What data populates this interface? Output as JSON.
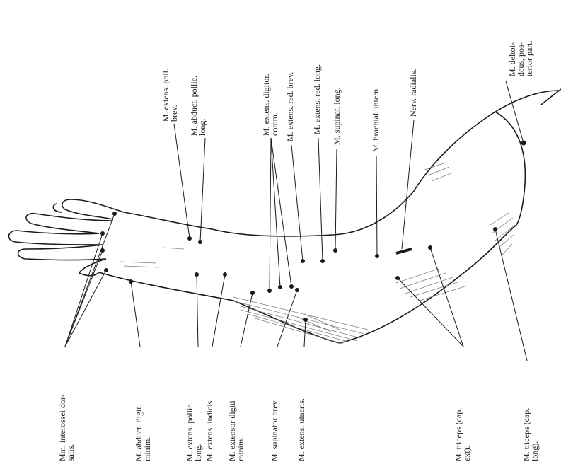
{
  "labels": {
    "ext_poll_brev": "M. extens. poll.\nbrev.",
    "abd_poll_long": "M. abduct. pollic.\nlong.",
    "ext_digitor": "M. extens. digitor.\ncomm.",
    "ext_rad_brev": "M. extens. rad. brev.",
    "ext_rad_long": "M. extens. rad. long.",
    "supinat_long": "M. supinat. long.",
    "brachial_intern": "M. brachial. intern.",
    "nerv_radialis": "Nerv. radialis.",
    "deltoideus": "M. deltoi-\ndeus, pos-\nterior part.",
    "interossei": "Mm. interossei dor-\nsalis.",
    "abd_digiti": "M. abduct. digit.\nminim.",
    "ext_poll_long": "M. extens. pollic.\nlong.",
    "ext_indicis": "M. extens. indicis.",
    "ext_digiti_min": "M. extensor digiti\nminim.",
    "supinator_brev": "M. supinator brev.",
    "ext_ulnaris": "M. extens. ulnaris.",
    "triceps_ext": "M. triceps (cap.\next).",
    "triceps_long": "M. triceps (cap.\nlong)."
  },
  "colors": {
    "ink": "#1a1a1a",
    "hatch": "#7a7a7a",
    "background": "#ffffff"
  }
}
